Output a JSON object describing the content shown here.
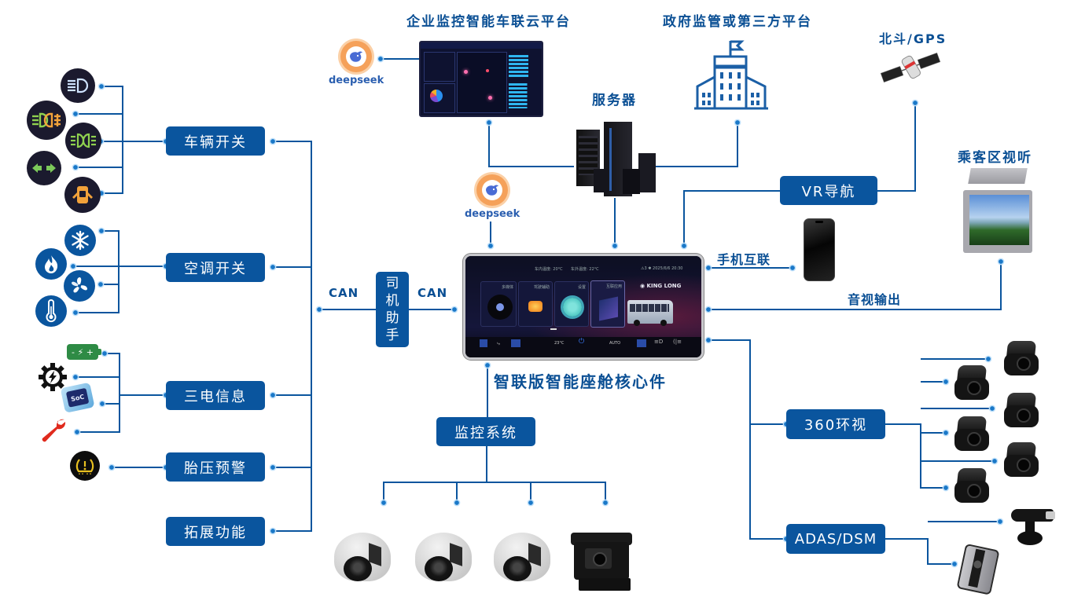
{
  "top_labels": {
    "cloud_platform": "企业监控智能车联云平台",
    "gov_platform": "政府监管或第三方平台",
    "beidou_gps": "北斗/GPS",
    "server": "服务器",
    "passenger_av": "乘客区视听"
  },
  "left_nodes": [
    {
      "label": "车辆开关",
      "icons": [
        "high-beam-icon",
        "fog-light-icon",
        "position-light-icon",
        "turn-signal-icon",
        "door-open-icon"
      ]
    },
    {
      "label": "空调开关",
      "icons": [
        "snowflake-icon",
        "flame-icon",
        "fan-icon",
        "thermometer-icon"
      ]
    },
    {
      "label": "三电信息",
      "icons": [
        "battery-icon",
        "motor-gear-icon",
        "soc-chip-icon",
        "wrench-icon"
      ]
    },
    {
      "label": "胎压预警",
      "icons": [
        "tire-pressure-icon"
      ]
    },
    {
      "label": "拓展功能",
      "icons": []
    }
  ],
  "icon_text": {
    "soc": "SoC",
    "battery": "- ⚡ +"
  },
  "bus": {
    "can_left": "CAN",
    "can_right": "CAN",
    "driver_assistant": [
      "司",
      "机",
      "助",
      "手"
    ]
  },
  "deepseek": {
    "logo_text": "deepseek"
  },
  "core": {
    "title": "智联版智能座舱核心件",
    "screen": {
      "in_temp": "车内温度: 20°C",
      "out_temp": "车外温度: 22°C",
      "status": "⚠3  ✱  2025/6/6  20:30",
      "brand": "KING LONG",
      "cards": [
        "多媒体",
        "驾驶辅助",
        "设置",
        "互联应用"
      ],
      "ac_temp": "23°C",
      "ac_mode": "AUTO"
    }
  },
  "right_nodes": {
    "vr_nav": "VR导航",
    "phone_link": "手机互联",
    "av_output": "音视输出",
    "surround_360": "360环视",
    "adas_dsm": "ADAS/DSM"
  },
  "monitor": {
    "label": "监控系统",
    "cameras": [
      "dome-camera",
      "dome-camera",
      "dome-camera",
      "bus-rear-camera"
    ]
  },
  "colors": {
    "node_bg": "#0a559e",
    "line": "#0a559e",
    "dot": "#1a78c8",
    "label_text": "#0a4f94",
    "deepseek_orange": "#f5a15a"
  }
}
